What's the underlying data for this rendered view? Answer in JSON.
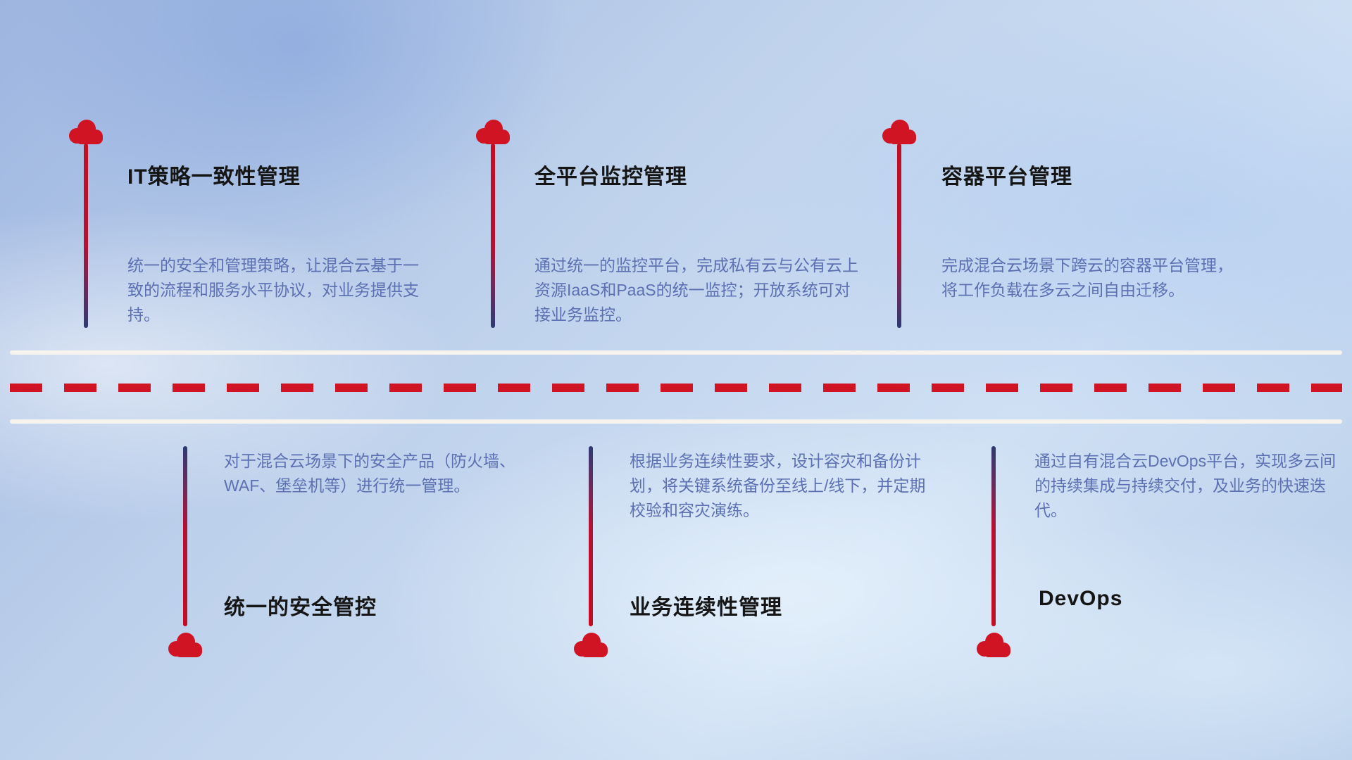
{
  "top_items": [
    {
      "title": "IT策略一致性管理",
      "description": "统一的安全和管理策略，让混合云基于一致的流程和服务水平协议，对业务提供支持。"
    },
    {
      "title": "全平台监控管理",
      "description": "通过统一的监控平台，完成私有云与公有云上资源IaaS和PaaS的统一监控；开放系统可对接业务监控。"
    },
    {
      "title": "容器平台管理",
      "description": "完成混合云场景下跨云的容器平台管理，将工作负载在多云之间自由迁移。"
    }
  ],
  "bottom_items": [
    {
      "title": "统一的安全管控",
      "description": "对于混合云场景下的安全产品（防火墙、WAF、堡垒机等）进行统一管理。"
    },
    {
      "title": "业务连续性管理",
      "description": "根据业务连续性要求，设计容灾和备份计划，将关键系统备份至线上/线下，并定期校验和容灾演练。"
    },
    {
      "title": "DevOps",
      "description": "通过自有混合云DevOps平台，实现多云间的持续集成与持续交付，及业务的快速迭代。"
    }
  ],
  "colors": {
    "cloud": "#d01424",
    "pole_red": "#c30e22",
    "pole_navy": "#2e3a72",
    "title": "#151515",
    "description": "#5c70b2",
    "road_line": "#f7f3ee",
    "road_dash": "#d01424"
  }
}
